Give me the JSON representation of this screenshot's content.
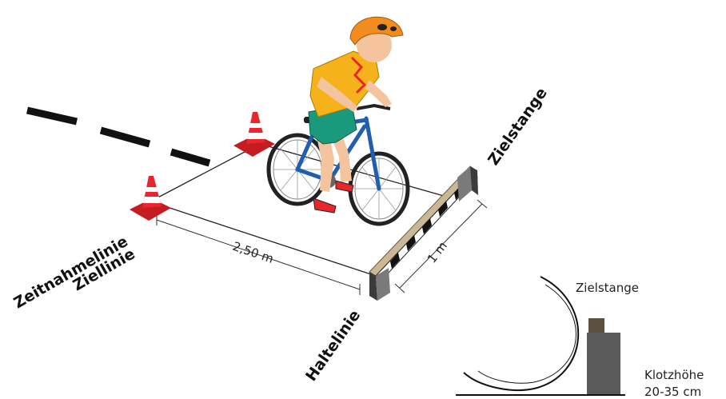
{
  "labels": {
    "zeitnahmelinie": "Zeitnahmelinie",
    "ziellinie": "Ziellinie",
    "distance": "2,50 m",
    "haltelinie": "Haltelinie",
    "bar_length": "1 m",
    "zielstange_main": "Zielstange",
    "zielstange_detail": "Zielstange",
    "klotz_label": "Klotzhöhe",
    "klotz_range": "20-35 cm"
  },
  "colors": {
    "cone": "#e8262b",
    "cone_stripe": "#ffffff",
    "bike_frame": "#1f5fae",
    "shirt": "#f6b21b",
    "shorts": "#1a9a7a",
    "helmet": "#f28c1e",
    "bar_top": "#c9b896",
    "block": "#5a5a5a"
  }
}
